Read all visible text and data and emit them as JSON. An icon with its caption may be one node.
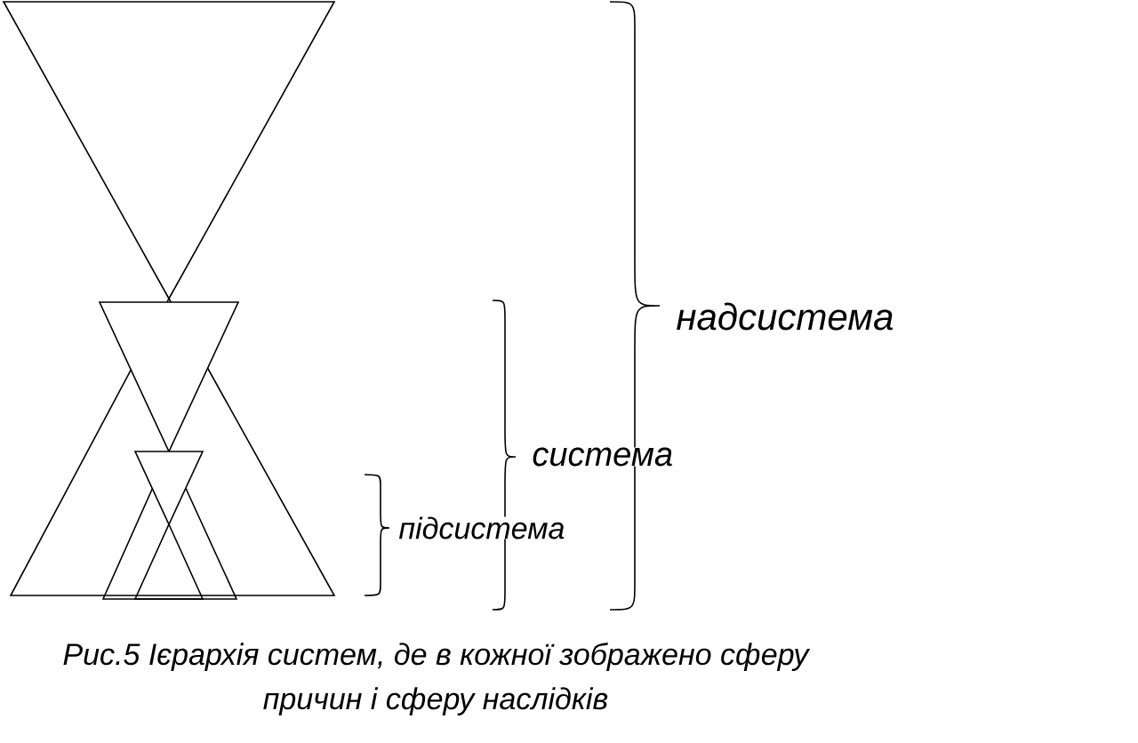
{
  "diagram": {
    "caption": "Рис.5 Ієрархія систем, де в кожної зображено сферу причин і сферу наслідків",
    "labels": [
      "надсистема",
      "система",
      "підсистема"
    ]
  }
}
